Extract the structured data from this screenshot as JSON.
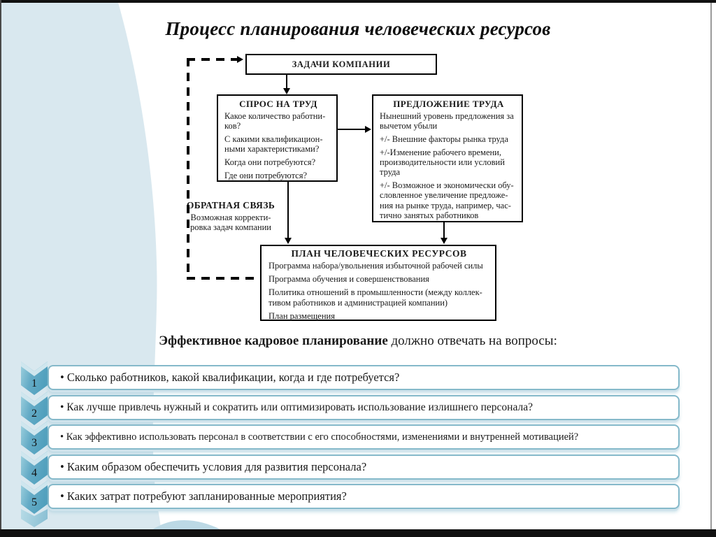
{
  "slide": {
    "title": "Процесс планирования человеческих ресурсов",
    "subheading": {
      "bold_part": "Эффективное кадровое планирование",
      "normal_part": " должно отвечать на вопросы:"
    }
  },
  "colors": {
    "accent_teal": "#4a9cba",
    "light_blue_bg": "#d9e8ef",
    "row_border": "#85b9ca",
    "line_black": "#000000"
  },
  "flowchart": {
    "company_tasks": {
      "title": "ЗАДАЧИ КОМПАНИИ"
    },
    "labor_demand": {
      "title": "СПРОС НА ТРУД",
      "paragraphs": [
        [
          "Какое количество работни-",
          "ков?"
        ],
        [
          "С какими квалификацион-",
          "ными характеристиками?"
        ],
        [
          "Когда они потребуются?"
        ],
        [
          "Где они потребуются?"
        ]
      ]
    },
    "labor_supply": {
      "title": "ПРЕДЛОЖЕНИЕ ТРУДА",
      "paragraphs": [
        [
          "Нынешний уровень предложения за",
          "вычетом убыли"
        ],
        [
          "+/- Внешние факторы рынка труда"
        ],
        [
          "+/-Изменение рабочего времени,",
          "производительности или условий",
          "труда"
        ],
        [
          "+/- Возможное и экономически обу-",
          "словленное увеличение предложе-",
          "ния на рынке труда, например, час-",
          "тично занятых работников"
        ]
      ]
    },
    "hr_plan": {
      "title": "ПЛАН ЧЕЛОВЕЧЕСКИХ РЕСУРСОВ",
      "paragraphs": [
        [
          "Программа набора/увольнения избыточной рабочей силы"
        ],
        [
          "Программа обучения и совершенствования"
        ],
        [
          "Политика отношений в промышленности (между коллек-",
          "тивом работников и администрацией компании)"
        ],
        [
          "План размещения"
        ]
      ]
    },
    "feedback": {
      "title": "ОБРАТНАЯ СВЯЗЬ",
      "lines": [
        "Возможная корректи-",
        "ровка задач компании"
      ]
    }
  },
  "questions": [
    {
      "number": "1",
      "text": "• Сколько работников, какой квалификации, когда и где потребуется?"
    },
    {
      "number": "2",
      "text": "• Как лучше привлечь нужный и сократить или оптимизировать использование излишнего персонала?"
    },
    {
      "number": "3",
      "text": "• Как эффективно использовать персонал в соответствии с его способностями, изменениями и внутренней мотивацией?"
    },
    {
      "number": "4",
      "text": "• Каким образом обеспечить условия для развития персонала?"
    },
    {
      "number": "5",
      "text": "• Каких затрат потребуют запланированные мероприятия?"
    }
  ]
}
